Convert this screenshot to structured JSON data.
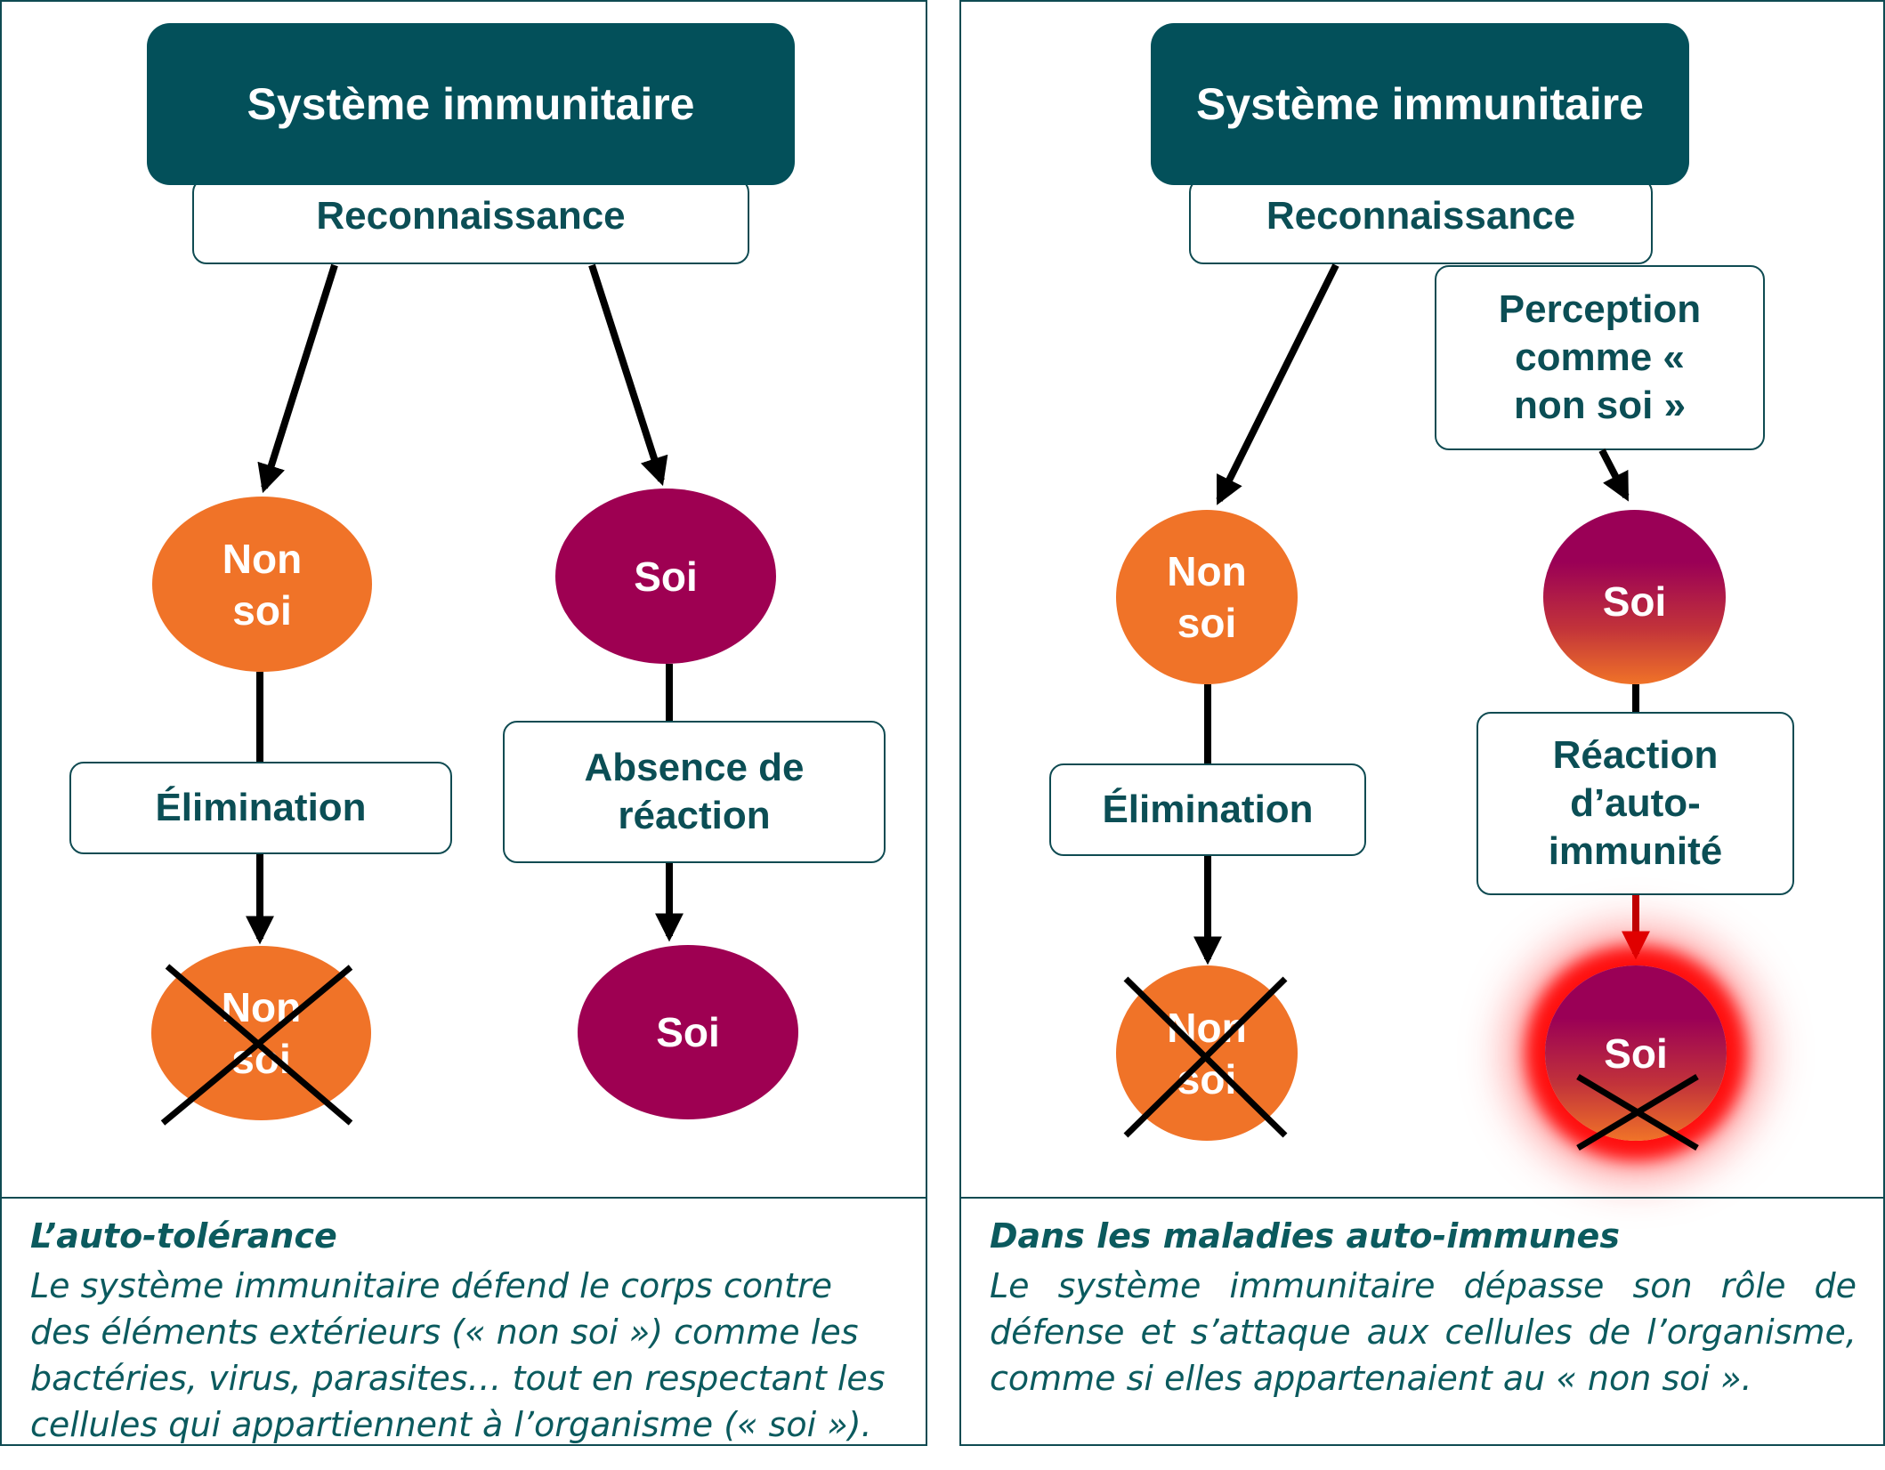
{
  "left": {
    "header": "Système immunitaire",
    "recognition": "Reconnaissance",
    "non_soi": "Non soi",
    "soi": "Soi",
    "elimination": "Élimination",
    "absence": "Absence de réaction",
    "non_soi_crossed": "Non soi",
    "soi_bottom": "Soi",
    "caption_title": "L’auto-tolérance",
    "caption_text": "Le système immunitaire défend le corps contre des éléments extérieurs (« non soi ») comme les bactéries, virus, parasites… tout en respectant les cellules qui appartiennent à l’organisme (« soi »)."
  },
  "right": {
    "header": "Système immunitaire",
    "recognition": "Reconnaissance",
    "perception": "Perception comme « non soi »",
    "non_soi": "Non soi",
    "soi": "Soi",
    "elimination": "Élimination",
    "reaction": "Réaction d’auto-immunité",
    "non_soi_crossed": "Non soi",
    "soi_crossed": "Soi",
    "caption_title": "Dans les maladies auto-immunes",
    "caption_text": "Le système immunitaire dépasse son rôle de défense et s’attaque aux cellules de l’organisme, comme si elles appartenaient au « non soi »."
  },
  "colors": {
    "header_bg": "#03505a",
    "text_teal": "#0b4e55",
    "orange": "#f07328",
    "purple": "#9e0052",
    "glow": "#ff0000"
  }
}
